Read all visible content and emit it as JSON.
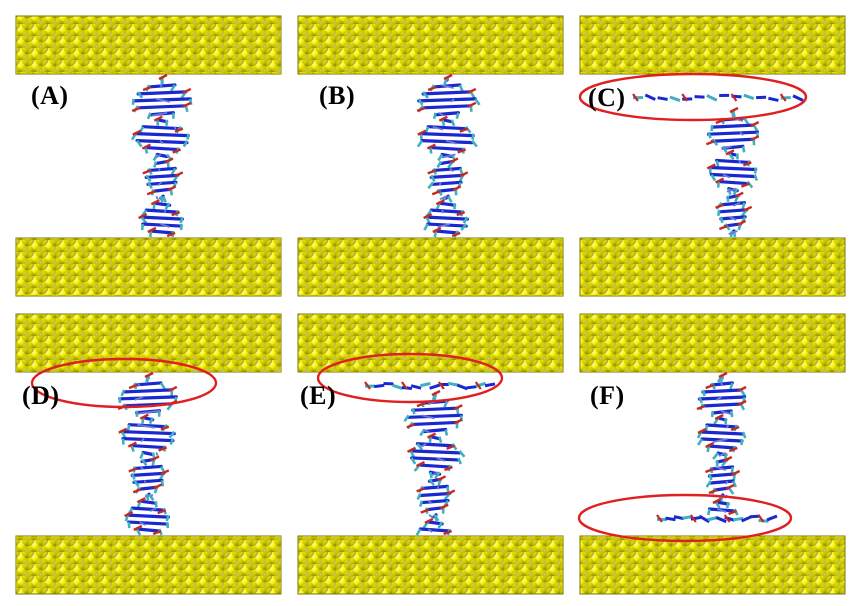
{
  "figure": {
    "panels": [
      {
        "id": "A",
        "label": "(A)",
        "highlight": "none"
      },
      {
        "id": "B",
        "label": "(B)",
        "highlight": "none"
      },
      {
        "id": "C",
        "label": "(C)",
        "highlight": "top"
      },
      {
        "id": "D",
        "label": "(D)",
        "highlight": "top"
      },
      {
        "id": "E",
        "label": "(E)",
        "highlight": "top"
      },
      {
        "id": "F",
        "label": "(F)",
        "highlight": "bottom"
      }
    ],
    "colors": {
      "gold_surface": "#e8e400",
      "gold_highlight": "#ffff66",
      "gold_shadow": "#8a8a00",
      "dna_backbone": "#40b0c0",
      "dna_base": "#1a28d0",
      "dna_oxygen": "#c8281e",
      "contact_ellipse": "#e02020"
    }
  }
}
